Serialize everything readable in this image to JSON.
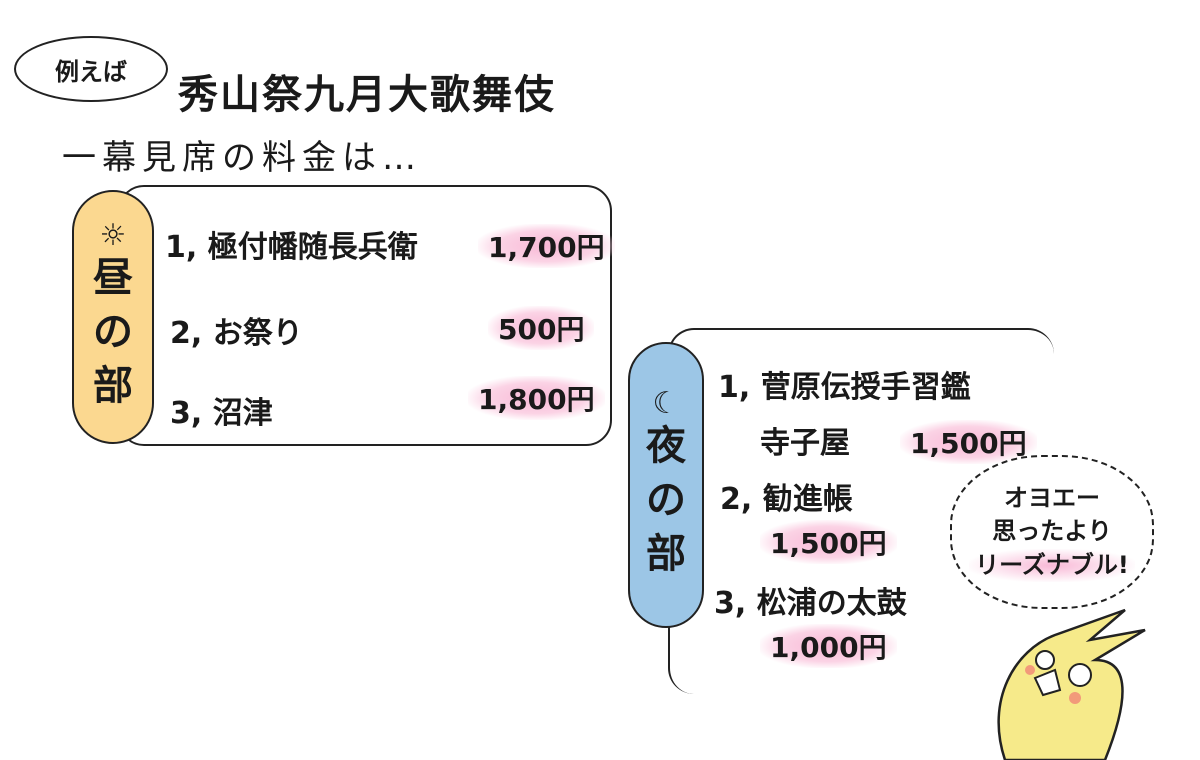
{
  "header": {
    "bubble": "例えば",
    "title": "秀山祭九月大歌舞伎",
    "subtitle": "一幕見席の料金は…"
  },
  "day": {
    "icon": "sun-icon",
    "label": [
      "昼",
      "の",
      "部"
    ],
    "items": [
      {
        "name": "1, 極付幡随長兵衛",
        "price": "1,700円"
      },
      {
        "name": "2, お祭り",
        "price": "500円"
      },
      {
        "name": "3, 沼津",
        "price": "1,800円"
      }
    ]
  },
  "night": {
    "icon": "moon-icon",
    "label": [
      "夜",
      "の",
      "部"
    ],
    "items": [
      {
        "name": "1, 菅原伝授手習鑑",
        "sub": "寺子屋",
        "price": "1,500円"
      },
      {
        "name": "2, 勧進帳",
        "price": "1,500円"
      },
      {
        "name": "3, 松浦の太鼓",
        "price": "1,000円"
      }
    ]
  },
  "reaction": {
    "line1": "オヨエー",
    "line2": "思ったより",
    "line3": "リーズナブル!"
  },
  "colors": {
    "day": "#fbd890",
    "night": "#9cc6e6",
    "highlight": "#f8b8d6",
    "bird": "#f6ea8a"
  }
}
